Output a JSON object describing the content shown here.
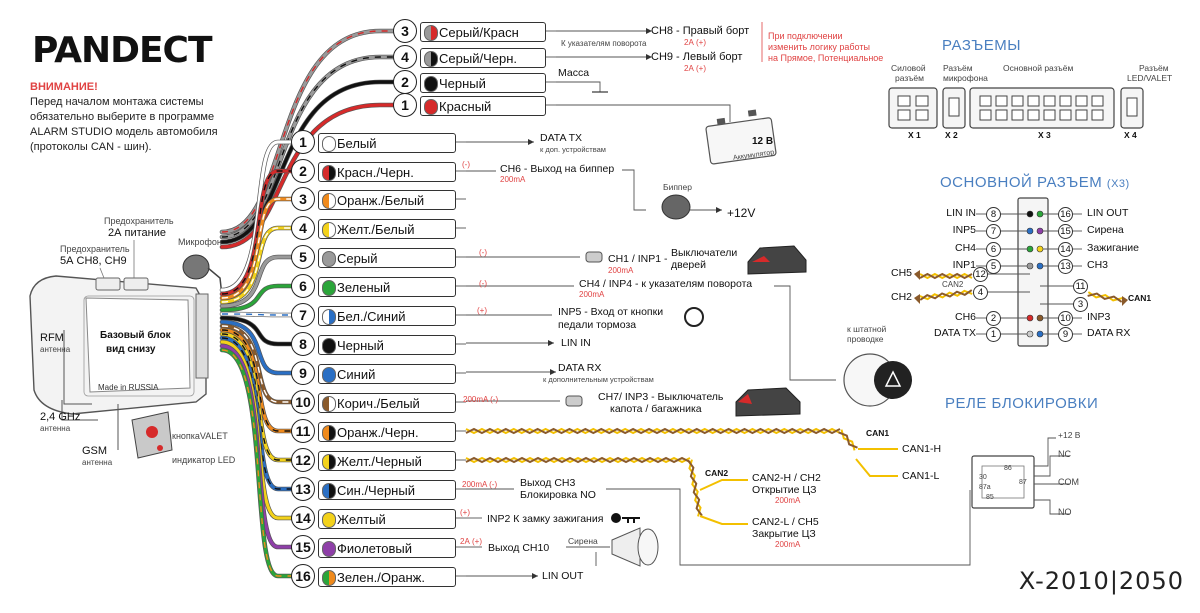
{
  "logo": "PANDECT",
  "warning": {
    "title": "ВНИМАНИЕ!",
    "lines": [
      "Перед началом монтажа системы",
      "обязательно выберите в программе",
      "ALARM STUDIO модель автомобиля",
      "(протоколы CAN - шин)."
    ]
  },
  "block": {
    "title_1": "Базовый блок",
    "title_2": "вид снизу",
    "made": "Made in RUSSIA",
    "fuse_2a_1": "Предохранитель",
    "fuse_2a_2": "2А питание",
    "fuse_5a_1": "Предохранитель",
    "fuse_5a_2": "5А CH8, CH9",
    "mic": "Микрофон",
    "rfm": "RFM",
    "rfm_sub": "антенна",
    "ghz": "2,4 GHz",
    "ghz_sub": "антенна",
    "gsm": "GSM",
    "gsm_sub": "антенна",
    "valet_btn": "кнопкаVALET",
    "led": "индикатор LED"
  },
  "wires": [
    {
      "num": "3",
      "label": "Серый/Красн",
      "color1": "#9a9a9a",
      "color2": "#d62a2a"
    },
    {
      "num": "4",
      "label": "Серый/Черн.",
      "color1": "#9a9a9a",
      "color2": "#111111"
    },
    {
      "num": "2",
      "label": "Черный",
      "color1": "#111111",
      "color2": "#111111"
    },
    {
      "num": "1",
      "label": "Красный",
      "color1": "#d62a2a",
      "color2": "#d62a2a"
    },
    {
      "num": "1",
      "label": "Белый",
      "color1": "#ffffff",
      "color2": "#ffffff"
    },
    {
      "num": "2",
      "label": "Красн./Черн.",
      "color1": "#d62a2a",
      "color2": "#111111"
    },
    {
      "num": "3",
      "label": "Оранж./Белый",
      "color1": "#f08a1c",
      "color2": "#ffffff"
    },
    {
      "num": "4",
      "label": "Желт./Белый",
      "color1": "#f3d21b",
      "color2": "#ffffff"
    },
    {
      "num": "5",
      "label": "Серый",
      "color1": "#9a9a9a",
      "color2": "#9a9a9a"
    },
    {
      "num": "6",
      "label": "Зеленый",
      "color1": "#2ba53a",
      "color2": "#2ba53a"
    },
    {
      "num": "7",
      "label": "Бел./Синий",
      "color1": "#ffffff",
      "color2": "#2a6fc4"
    },
    {
      "num": "8",
      "label": "Черный",
      "color1": "#111111",
      "color2": "#111111"
    },
    {
      "num": "9",
      "label": "Синий",
      "color1": "#2a6fc4",
      "color2": "#2a6fc4"
    },
    {
      "num": "10",
      "label": "Корич./Белый",
      "color1": "#8a5a2b",
      "color2": "#ffffff"
    },
    {
      "num": "11",
      "label": "Оранж./Черн.",
      "color1": "#f08a1c",
      "color2": "#111111"
    },
    {
      "num": "12",
      "label": "Желт./Черный",
      "color1": "#f3d21b",
      "color2": "#111111"
    },
    {
      "num": "13",
      "label": "Син./Черный",
      "color1": "#2a6fc4",
      "color2": "#111111"
    },
    {
      "num": "14",
      "label": "Желтый",
      "color1": "#f3d21b",
      "color2": "#f3d21b"
    },
    {
      "num": "15",
      "label": "Фиолетовый",
      "color1": "#8e3fa8",
      "color2": "#8e3fa8"
    },
    {
      "num": "16",
      "label": "Зелен./Оранж.",
      "color1": "#2ba53a",
      "color2": "#f08a1c"
    }
  ],
  "signals": {
    "ch8": "CH8 - Правый борт",
    "ch9": "CH9 - Левый борт",
    "amp2a_a": "2А (+)",
    "amp2a_b": "2А (+)",
    "turn_ind": "К указателям поворота",
    "note_1": "При подключении",
    "note_2": "изменить логику работы",
    "note_3": "на Прямое, Потенциальное",
    "mass": "Масса",
    "battery": "12 В",
    "battery_sub": "Аккумулятор",
    "data_tx": "DATA TX",
    "data_tx_sub": "к доп. устройствам",
    "ch6": "CH6 - Выход на биппер",
    "ch6_minus": "(-)",
    "ch6_ma": "200mA",
    "beeper": "Биппер",
    "v12": "+12V",
    "ch1_minus": "(-)",
    "ch1": "CH1 / INP1 -",
    "ch1_desc1": "Выключатели",
    "ch1_desc2": "дверей",
    "ch1_ma": "200mA",
    "ch4_minus": "(-)",
    "ch4": "CH4  / INP4 - к указателям поворота",
    "ch4_ma": "200mA",
    "inp5_plus": "(+)",
    "inp5_1": "INP5 - Вход от кнопки",
    "inp5_2": "педали тормоза",
    "lin_in": "LIN IN",
    "data_rx": "DATA RX",
    "data_rx_sub": "к дополнительным устройствам",
    "ch7_ma": "200mA (-)",
    "ch7": "CH7/ INP3 - Выключатель",
    "ch7_2": "капота / багажника",
    "std_wiring_1": "к штатной",
    "std_wiring_2": "проводке",
    "ch3_ma": "200mA (-)",
    "ch3_1": "Выход CH3",
    "ch3_2": "Блокировка NO",
    "inp2_plus": "(+)",
    "inp2": "INP2  К замку зажигания",
    "ch10_ma": "2А (+)",
    "ch10": "Выход CH10",
    "siren": "Сирена",
    "lin_out": "LIN OUT",
    "can1": "CAN1",
    "can1_h": "CAN1-H",
    "can1_l": "CAN1-L",
    "can2": "CAN2",
    "can2_h_1": "CAN2-H / CH2",
    "can2_h_2": "Открытие ЦЗ",
    "can2_h_ma": "200mA",
    "can2_l_1": "CAN2-L / CH5",
    "can2_l_2": "Закрытие ЦЗ",
    "can2_l_ma": "200mA"
  },
  "connectors": {
    "title": "РАЗЪЕМЫ",
    "power": "Силовой",
    "power_2": "разъём",
    "mic": "Разъём",
    "mic_2": "микрофона",
    "main": "Основной разъём",
    "led": "Разъём",
    "led_2": "LED/VALET",
    "x1": "X 1",
    "x2": "X 2",
    "x3": "X 3",
    "x4": "X 4"
  },
  "main_connector": {
    "title": "ОСНОВНОЙ РАЗЪЕМ",
    "title_sub": "(X3)",
    "left": [
      {
        "num": "8",
        "label": "LIN IN",
        "color": "#111111"
      },
      {
        "num": "7",
        "label": "INP5",
        "color": "#2a6fc4"
      },
      {
        "num": "6",
        "label": "CH4",
        "color": "#2ba53a"
      },
      {
        "num": "5",
        "label": "INP1",
        "color": "#9a9a9a"
      },
      {
        "num": "2",
        "label": "CH6",
        "color": "#d62a2a"
      },
      {
        "num": "1",
        "label": "DATA TX",
        "color": "#cccccc"
      }
    ],
    "right": [
      {
        "num": "16",
        "label": "LIN OUT",
        "color": "#2ba53a"
      },
      {
        "num": "15",
        "label": "Сирена",
        "color": "#8e3fa8"
      },
      {
        "num": "14",
        "label": "Зажигание",
        "color": "#f3d21b"
      },
      {
        "num": "13",
        "label": "CH3",
        "color": "#2a6fc4"
      },
      {
        "num": "10",
        "label": "INP3",
        "color": "#8a5a2b"
      },
      {
        "num": "9",
        "label": "DATA RX",
        "color": "#2a6fc4"
      }
    ],
    "mid": [
      "12",
      "4",
      "11",
      "3"
    ],
    "ch5": "CH5",
    "ch2": "CH2",
    "can2": "CAN2",
    "can1": "CAN1"
  },
  "relay": {
    "title": "РЕЛЕ БЛОКИРОВКИ",
    "v12": "+12 В",
    "nc": "NC",
    "com": "COM",
    "no": "NO",
    "p86": "86",
    "p30": "30",
    "p87": "87",
    "p87a": "87a",
    "p85": "85"
  },
  "model": "X-2010|2050"
}
